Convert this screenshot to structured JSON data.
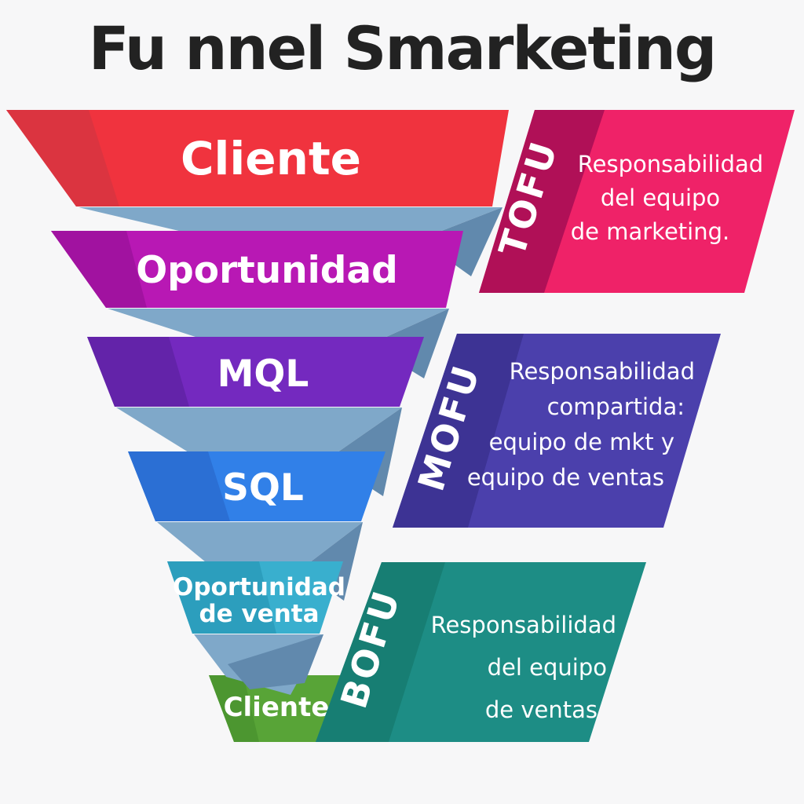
{
  "title": {
    "text": "Fu nnel Smarketing",
    "color": "#222222"
  },
  "background": "#f7f7f8",
  "ribbon": {
    "light": "#7fa8c9",
    "dark": "#6189ad"
  },
  "funnel": {
    "stages": [
      {
        "label": "Cliente",
        "color": "#f0333e",
        "fold_color": "#db3440"
      },
      {
        "label": "Oportunidad",
        "color": "#b818b4",
        "fold_color": "#a112a0"
      },
      {
        "label": "MQL",
        "color": "#7429bf",
        "fold_color": "#6323a9"
      },
      {
        "label": "SQL",
        "color": "#3180e8",
        "fold_color": "#2b6fd4"
      },
      {
        "label": "Oportunidad de venta",
        "line1": "Oportunidad",
        "line2": "de venta",
        "color": "#39afce",
        "fold_color": "#2c9ebd"
      },
      {
        "label": "Cliente",
        "color": "#58a437",
        "fold_color": "#4c9630"
      }
    ]
  },
  "panels": [
    {
      "tag": "TOFU",
      "lines": [
        "Responsabilidad",
        "del equipo",
        "de marketing."
      ],
      "body_color": "#ef2268",
      "strip_color": "#b01057"
    },
    {
      "tag": "MOFU",
      "lines": [
        "Responsabilidad",
        "compartida:",
        "equipo de mkt y",
        "equipo de ventas"
      ],
      "body_color": "#4b40ac",
      "strip_color": "#3d3394"
    },
    {
      "tag": "BOFU",
      "lines": [
        "Responsabilidad",
        "del equipo",
        "de ventas"
      ],
      "body_color": "#1d8d85",
      "strip_color": "#177e73"
    }
  ]
}
